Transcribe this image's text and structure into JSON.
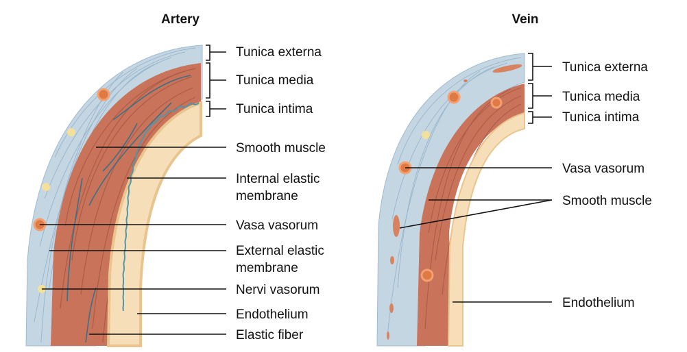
{
  "artery": {
    "title": "Artery",
    "labels": {
      "tunica_externa": "Tunica externa",
      "tunica_media": "Tunica media",
      "tunica_intima": "Tunica intima",
      "smooth_muscle": "Smooth muscle",
      "internal_elastic_1": "Internal elastic",
      "internal_elastic_2": "membrane",
      "vasa_vasorum": "Vasa vasorum",
      "external_elastic_1": "External elastic",
      "external_elastic_2": "membrane",
      "nervi_vasorum": "Nervi vasorum",
      "endothelium": "Endothelium",
      "elastic_fiber": "Elastic fiber"
    }
  },
  "vein": {
    "title": "Vein",
    "labels": {
      "tunica_externa": "Tunica externa",
      "tunica_media": "Tunica media",
      "tunica_intima": "Tunica intima",
      "vasa_vasorum": "Vasa vasorum",
      "smooth_muscle": "Smooth muscle",
      "endothelium": "Endothelium"
    }
  },
  "colors": {
    "externa": "#c5d6e3",
    "externa_fiber": "#8fb0c8",
    "media": "#c8735a",
    "media_streak": "#a85a45",
    "intima": "#f6dfb8",
    "endothelium_edge": "#e9c48f",
    "elastic_wave": "#4f97a8",
    "vasa": "#e07a45",
    "nerve": "#f3e09a"
  }
}
